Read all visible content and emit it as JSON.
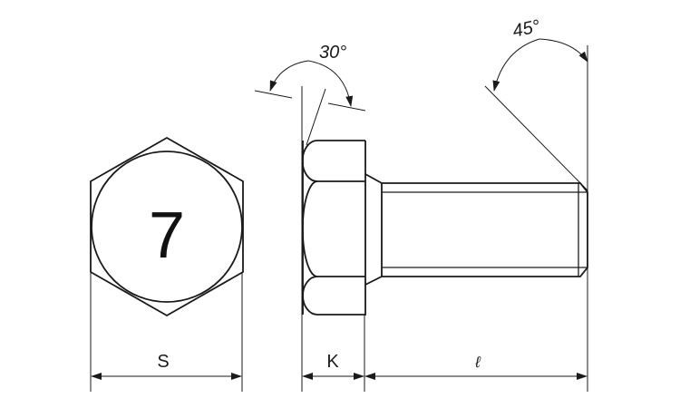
{
  "head_mark": "7",
  "dimensions": {
    "s": "S",
    "k": "K",
    "l": "ℓ"
  },
  "angles": {
    "head_chamfer": "30°",
    "thread_end": "45°"
  },
  "colors": {
    "line": "#1a1a1a",
    "background": "#ffffff"
  }
}
